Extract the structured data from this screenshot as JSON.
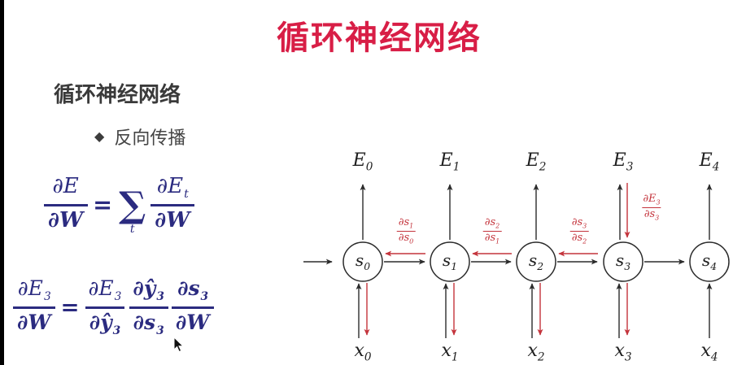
{
  "title": "循环神经网络",
  "heading": "循环神经网络",
  "bullet": {
    "marker": "◆",
    "label": "反向传播"
  },
  "formulas": {
    "f1": {
      "lhs_num": "∂E",
      "lhs_num_sub": "",
      "lhs_den": "∂W",
      "lhs_den_sub": "",
      "eq": "=",
      "sum": "∑",
      "sum_sub": "t",
      "rhs_num": "∂E",
      "rhs_num_sub": "t",
      "rhs_den": "∂W",
      "rhs_den_sub": ""
    },
    "f2": {
      "lhs_num": "∂E",
      "lhs_num_sub": "3",
      "lhs_den": "∂W",
      "lhs_den_sub": "",
      "eq": "=",
      "t1_num": "∂E",
      "t1_num_sub": "3",
      "t1_den": "∂ŷ",
      "t1_den_sub": "3",
      "t2_num": "∂ŷ",
      "t2_num_sub": "3",
      "t2_den": "∂s",
      "t2_den_sub": "3",
      "t3_num": "∂s",
      "t3_num_sub": "3",
      "t3_den": "∂W",
      "t3_den_sub": ""
    }
  },
  "diagram": {
    "outputs": [
      {
        "main": "E",
        "sub": "0"
      },
      {
        "main": "E",
        "sub": "1"
      },
      {
        "main": "E",
        "sub": "2"
      },
      {
        "main": "E",
        "sub": "3"
      },
      {
        "main": "E",
        "sub": "4"
      }
    ],
    "nodes": [
      {
        "main": "s",
        "sub": "0"
      },
      {
        "main": "s",
        "sub": "1"
      },
      {
        "main": "s",
        "sub": "2"
      },
      {
        "main": "s",
        "sub": "3"
      },
      {
        "main": "s",
        "sub": "4"
      }
    ],
    "inputs": [
      {
        "main": "x",
        "sub": "0"
      },
      {
        "main": "x",
        "sub": "1"
      },
      {
        "main": "x",
        "sub": "2"
      },
      {
        "main": "x",
        "sub": "3"
      },
      {
        "main": "x",
        "sub": "4"
      }
    ],
    "grads": [
      {
        "num_main": "∂s",
        "num_sub": "1",
        "den_main": "∂s",
        "den_sub": "0"
      },
      {
        "num_main": "∂s",
        "num_sub": "2",
        "den_main": "∂s",
        "den_sub": "1"
      },
      {
        "num_main": "∂s",
        "num_sub": "3",
        "den_main": "∂s",
        "den_sub": "2"
      }
    ],
    "egrad": {
      "num_main": "∂E",
      "num_sub": "3",
      "den_main": "∂s",
      "den_sub": "3"
    }
  },
  "colors": {
    "title_red": "#d81e46",
    "formula_navy": "#2b2b80",
    "diagram_red": "#c4343c",
    "line_black": "#2b2b2b"
  }
}
